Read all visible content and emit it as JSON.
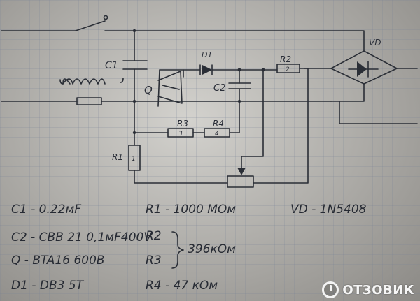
{
  "diagram": {
    "labels": {
      "c1": "C1",
      "c2": "C2",
      "d1": "D1",
      "q": "Q",
      "r1": "R1",
      "r1_body": "1",
      "r2": "R2",
      "r2_body": "2",
      "r3": "R3",
      "r3_body": "3",
      "r4": "R4",
      "r4_body": "4",
      "vd": "VD"
    }
  },
  "legend": {
    "c1": "C1 - 0.22мF",
    "c2": "C2 - CBB 21 0,1мF400V",
    "q": "Q - BTA16 600В",
    "d1": "D1 - DB3 5T",
    "r1": "R1 - 1000 MOм",
    "r2": "R2",
    "r3": "R3",
    "r2r3_value": "396кОм",
    "r4": "R4 - 47 кОм",
    "vd": "VD - 1N5408"
  },
  "watermark": {
    "text": "ОТЗОВИК"
  }
}
